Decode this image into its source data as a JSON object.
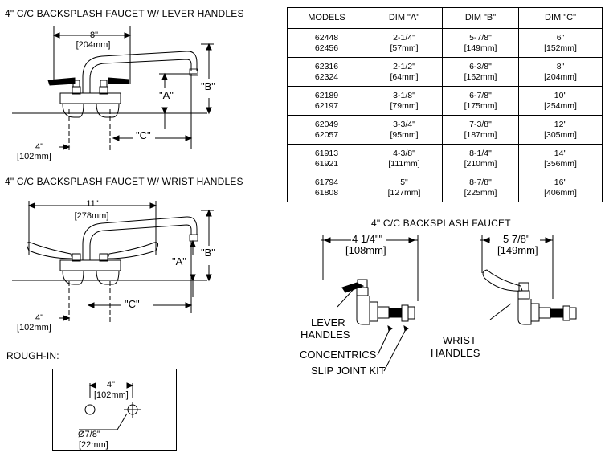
{
  "sections": {
    "lever_title": "4\" C/C BACKSPLASH FAUCET W/ LEVER HANDLES",
    "wrist_title": "4\" C/C BACKSPLASH FAUCET W/  WRIST HANDLES",
    "rough_in_title": "ROUGH-IN:",
    "side_title": "4\" C/C BACKSPLASH FAUCET"
  },
  "lever_dims": {
    "width_in": "8\"",
    "width_mm": "[204mm]",
    "dim_a": "\"A\"",
    "dim_b": "\"B\"",
    "dim_c": "\"C\"",
    "cc_in": "4\"",
    "cc_mm": "[102mm]"
  },
  "wrist_dims": {
    "width_in": "11\"",
    "width_mm": "[278mm]",
    "dim_a": "\"A\"",
    "dim_b": "\"B\"",
    "dim_c": "\"C\"",
    "cc_in": "4\"",
    "cc_mm": "[102mm]"
  },
  "rough_in": {
    "cc_in": "4\"",
    "cc_mm": "[102mm]",
    "hole_in": "Ø7/8\"",
    "hole_mm": "[22mm]"
  },
  "side_views": {
    "lever_dim_in": "4 1/4\"\"",
    "lever_dim_mm": "[108mm]",
    "wrist_dim_in": "5 7/8\"",
    "wrist_dim_mm": "[149mm]",
    "lever_label_1": "LEVER",
    "lever_label_2": "HANDLES",
    "concentrics": "CONCENTRICS",
    "slip_joint": "SLIP JOINT KIT",
    "wrist_label_1": "WRIST",
    "wrist_label_2": "HANDLES"
  },
  "table": {
    "headers": [
      "MODELS",
      "DIM \"A\"",
      "DIM \"B\"",
      "DIM \"C\""
    ],
    "rows": [
      {
        "models": [
          "62448",
          "62456"
        ],
        "a": [
          "2-1/4\"",
          "[57mm]"
        ],
        "b": [
          "5-7/8\"",
          "[149mm]"
        ],
        "c": [
          "6\"",
          "[152mm]"
        ]
      },
      {
        "models": [
          "62316",
          "62324"
        ],
        "a": [
          "2-1/2\"",
          "[64mm]"
        ],
        "b": [
          "6-3/8\"",
          "[162mm]"
        ],
        "c": [
          "8\"",
          "[204mm]"
        ]
      },
      {
        "models": [
          "62189",
          "62197"
        ],
        "a": [
          "3-1/8\"",
          "[79mm]"
        ],
        "b": [
          "6-7/8\"",
          "[175mm]"
        ],
        "c": [
          "10\"",
          "[254mm]"
        ]
      },
      {
        "models": [
          "62049",
          "62057"
        ],
        "a": [
          "3-3/4\"",
          "[95mm]"
        ],
        "b": [
          "7-3/8\"",
          "[187mm]"
        ],
        "c": [
          "12\"",
          "[305mm]"
        ]
      },
      {
        "models": [
          "61913",
          "61921"
        ],
        "a": [
          "4-3/8\"",
          "[111mm]"
        ],
        "b": [
          "8-1/4\"",
          "[210mm]"
        ],
        "c": [
          "14\"",
          "[356mm]"
        ]
      },
      {
        "models": [
          "61794",
          "61808"
        ],
        "a": [
          "5\"",
          "[127mm]"
        ],
        "b": [
          "8-7/8\"",
          "[225mm]"
        ],
        "c": [
          "16\"",
          "[406mm]"
        ]
      }
    ]
  }
}
